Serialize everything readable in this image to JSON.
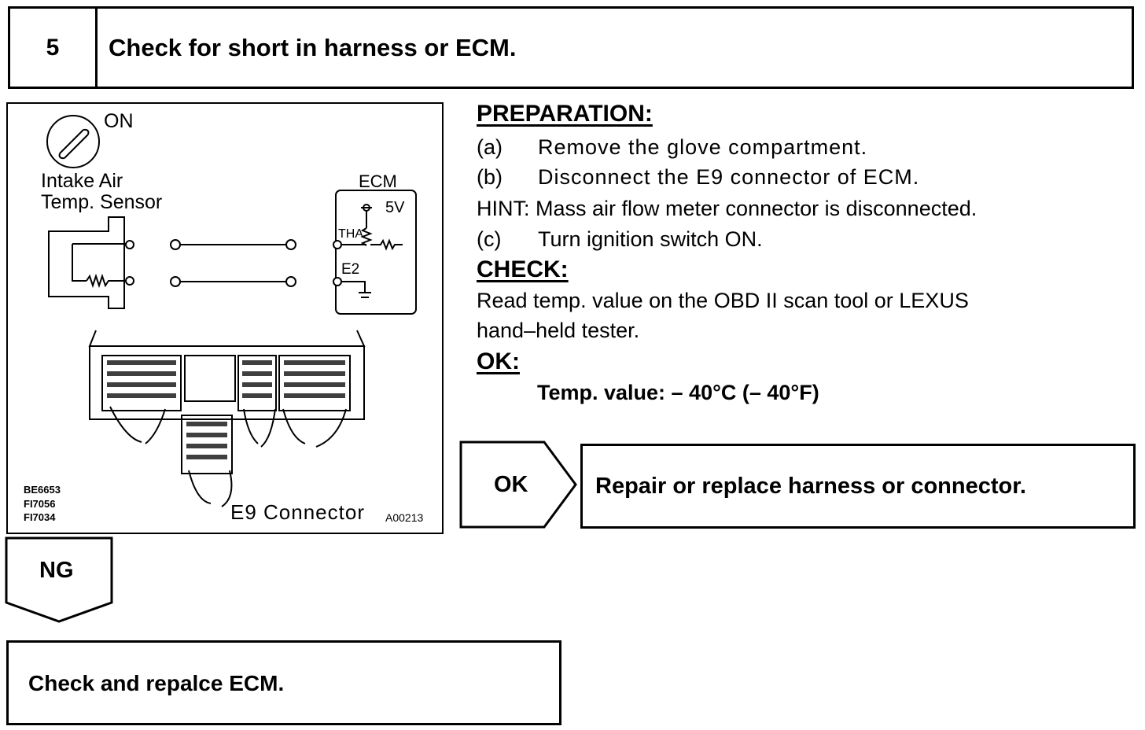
{
  "step": {
    "number": "5",
    "title": "Check for short in harness or ECM."
  },
  "diagram": {
    "switch_label": "ON",
    "sensor_label_line1": "Intake Air",
    "sensor_label_line2": "Temp. Sensor",
    "ecm_label": "ECM",
    "voltage_label": "5V",
    "tha_label": "THA",
    "e2_label": "E2",
    "connector_label": "E9 Connector",
    "figure_code": "A00213",
    "ref_codes": [
      "BE6653",
      "FI7056",
      "FI7034"
    ]
  },
  "procedure": {
    "preparation_heading": "PREPARATION:",
    "steps": [
      {
        "marker": "(a)",
        "text": "Remove the glove compartment."
      },
      {
        "marker": "(b)",
        "text": "Disconnect the E9 connector of ECM."
      }
    ],
    "hint": "HINT: Mass air flow meter connector is disconnected.",
    "step_c": {
      "marker": "(c)",
      "text": "Turn ignition switch ON."
    },
    "check_heading": "CHECK:",
    "check_line1": "Read temp. value on the OBD II scan tool or LEXUS",
    "check_line2": "hand–held tester.",
    "ok_heading": "OK:",
    "ok_value": "Temp. value:  – 40°C (– 40°F)"
  },
  "results": {
    "ok_label": "OK",
    "ok_action": "Repair or replace harness or connector.",
    "ng_label": "NG",
    "ng_action": "Check and repalce ECM."
  }
}
